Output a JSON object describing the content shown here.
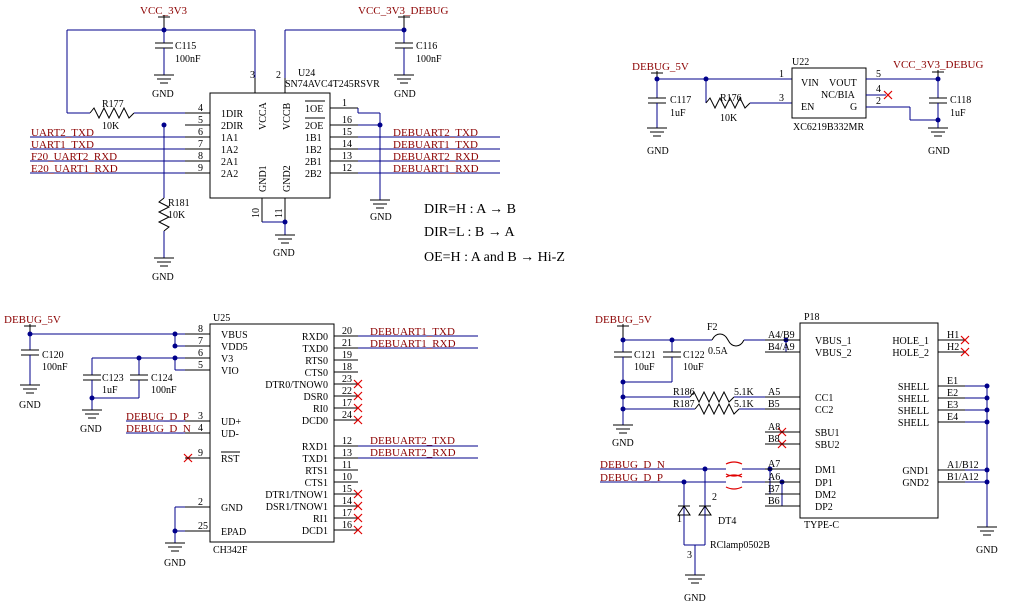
{
  "u24": {
    "ref": "U24",
    "part": "SN74AVC4T245RSVR",
    "pins_left": [
      "1DIR",
      "2DIR",
      "1A1",
      "1A2",
      "2A1",
      "2A2"
    ],
    "pins_left_nums": [
      "4",
      "5",
      "6",
      "7",
      "8",
      "9"
    ],
    "pins_right": [
      "1OE",
      "2OE",
      "1B1",
      "1B2",
      "2B1",
      "2B2"
    ],
    "pins_right_nums": [
      "1",
      "16",
      "15",
      "14",
      "13",
      "12"
    ],
    "pins_top": [
      "VCCA",
      "VCCB"
    ],
    "pins_top_nums": [
      "3",
      "2"
    ],
    "pins_bottom": [
      "GND1",
      "GND2"
    ],
    "pins_bottom_nums": [
      "10",
      "11"
    ]
  },
  "u24_nets_left": [
    "UART2_TXD",
    "UART1_TXD",
    "F20_UART2_RXD",
    "E20_UART1_RXD"
  ],
  "u24_nets_right": [
    "DEBUART2_TXD",
    "DEBUART1_TXD",
    "DEBUART2_RXD",
    "DEBUART1_RXD"
  ],
  "power": {
    "vcc3v3": "VCC_3V3",
    "vcc3v3_debug": "VCC_3V3_DEBUG",
    "debug5v": "DEBUG_5V",
    "gnd": "GND"
  },
  "parts": {
    "c115": {
      "ref": "C115",
      "val": "100nF"
    },
    "c116": {
      "ref": "C116",
      "val": "100nF"
    },
    "r177": {
      "ref": "R177",
      "val": "10K"
    },
    "r181": {
      "ref": "R181",
      "val": "10K"
    },
    "c117": {
      "ref": "C117",
      "val": "1uF"
    },
    "r176": {
      "ref": "R176",
      "val": "10K"
    },
    "c118": {
      "ref": "C118",
      "val": "1uF"
    },
    "c120": {
      "ref": "C120",
      "val": "100nF"
    },
    "c123": {
      "ref": "C123",
      "val": "1uF"
    },
    "c124": {
      "ref": "C124",
      "val": "100nF"
    },
    "c121": {
      "ref": "C121",
      "val": "10uF"
    },
    "c122": {
      "ref": "C122",
      "val": "10uF"
    },
    "f2": {
      "ref": "F2",
      "val": "0.5A"
    },
    "r186": {
      "ref": "R186",
      "val": "5.1K"
    },
    "r187": {
      "ref": "R187",
      "val": "5.1K"
    },
    "dt4": {
      "ref": "DT4",
      "val": "RClamp0502B"
    }
  },
  "u22": {
    "ref": "U22",
    "part": "XC6219B332MR",
    "vin": "VIN",
    "vout": "VOUT",
    "ncbia": "NC/BIA",
    "en": "EN",
    "g": "G",
    "pin1": "1",
    "pin3": "3",
    "pin5": "5",
    "pin4": "4",
    "pin2": "2"
  },
  "notes": [
    "DIR=H : A → B",
    "DIR=L : B → A",
    "OE=H : A and B → Hi-Z"
  ],
  "u25": {
    "ref": "U25",
    "part": "CH342F",
    "left": [
      "VBUS",
      "VDD5",
      "V3",
      "VIO",
      "UD+",
      "UD-",
      "RST",
      "GND",
      "EPAD"
    ],
    "left_nums": [
      "8",
      "7",
      "6",
      "5",
      "3",
      "4",
      "9",
      "2",
      "25"
    ],
    "right": [
      "RXD0",
      "TXD0",
      "RTS0",
      "CTS0",
      "DTR0/TNOW0",
      "DSR0",
      "RI0",
      "DCD0",
      "RXD1",
      "TXD1",
      "RTS1",
      "CTS1",
      "DTR1/TNOW1",
      "DSR1/TNOW1",
      "RI1",
      "DCD1"
    ],
    "right_nums": [
      "20",
      "21",
      "19",
      "18",
      "23",
      "22",
      "17",
      "24",
      "12",
      "13",
      "11",
      "10",
      "15",
      "14",
      "17",
      "16"
    ]
  },
  "u25_nets": [
    "DEBUART1_TXD",
    "DEBUART1_RXD",
    "DEBUART2_TXD",
    "DEBUART2_RXD",
    "DEBUG_D_P",
    "DEBUG_D_N"
  ],
  "p18": {
    "ref": "P18",
    "part": "TYPE-C",
    "left": [
      "VBUS_1",
      "VBUS_2",
      "CC1",
      "CC2",
      "SBU1",
      "SBU2",
      "DM1",
      "DP1",
      "DM2",
      "DP2"
    ],
    "left_nums": [
      "A4/B9",
      "B4/A9",
      "A5",
      "B5",
      "A8",
      "B8",
      "A7",
      "A6",
      "B7",
      "B6"
    ],
    "right": [
      "HOLE_1",
      "HOLE_2",
      "SHELL",
      "SHELL",
      "SHELL",
      "SHELL",
      "GND1",
      "GND2"
    ],
    "right_nums": [
      "H1",
      "H2",
      "E1",
      "E2",
      "E3",
      "E4",
      "A1/B12",
      "B1/A12"
    ]
  },
  "p18_nets": [
    "DEBUG_D_N",
    "DEBUG_D_P"
  ],
  "dt4_pins": [
    "1",
    "2",
    "3"
  ]
}
